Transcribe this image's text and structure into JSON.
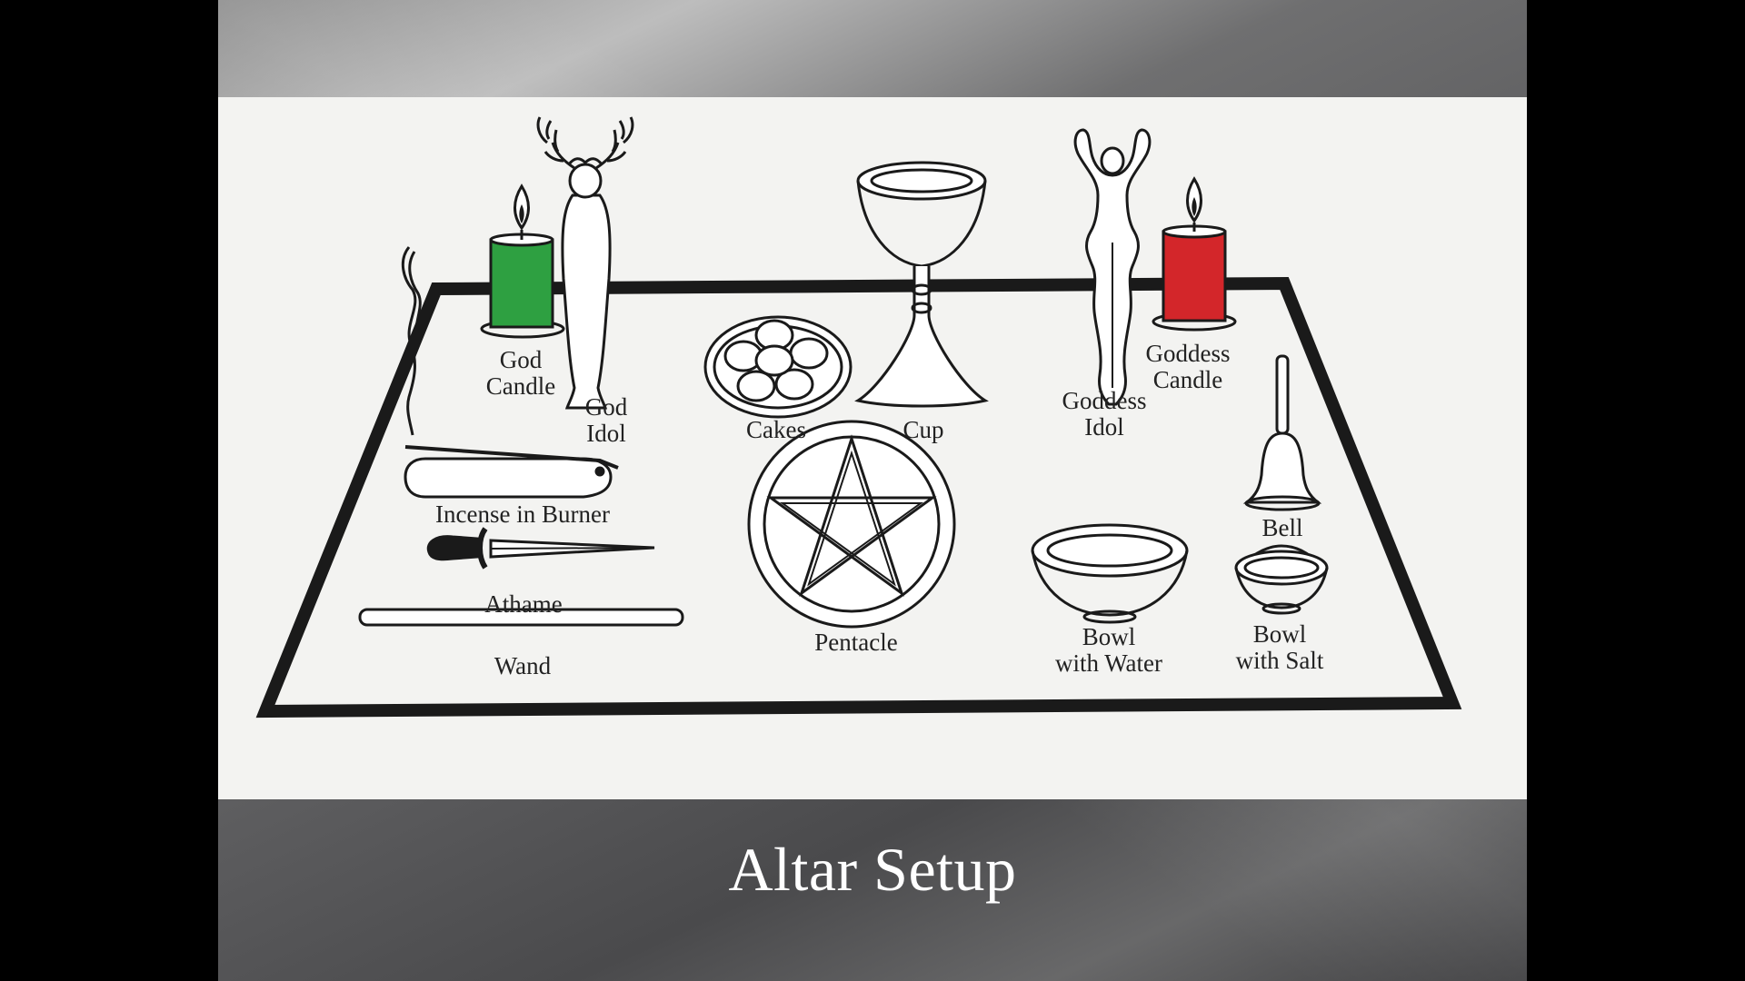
{
  "slide": {
    "title": "Altar Setup"
  },
  "diagram": {
    "labels": {
      "god_candle": [
        "God",
        "Candle"
      ],
      "god_idol": [
        "God",
        "Idol"
      ],
      "cakes": "Cakes",
      "cup": "Cup",
      "goddess_idol": [
        "Goddess",
        "Idol"
      ],
      "goddess_candle": [
        "Goddess",
        "Candle"
      ],
      "incense": "Incense in Burner",
      "athame": "Athame",
      "wand": "Wand",
      "pentacle": "Pentacle",
      "bowl_water": [
        "Bowl",
        "with Water"
      ],
      "bell": "Bell",
      "bowl_salt": [
        "Bowl",
        "with Salt"
      ]
    },
    "colors": {
      "god_candle": "#2ea041",
      "goddess_candle": "#d3262a",
      "line": "#1a1a1a"
    }
  }
}
